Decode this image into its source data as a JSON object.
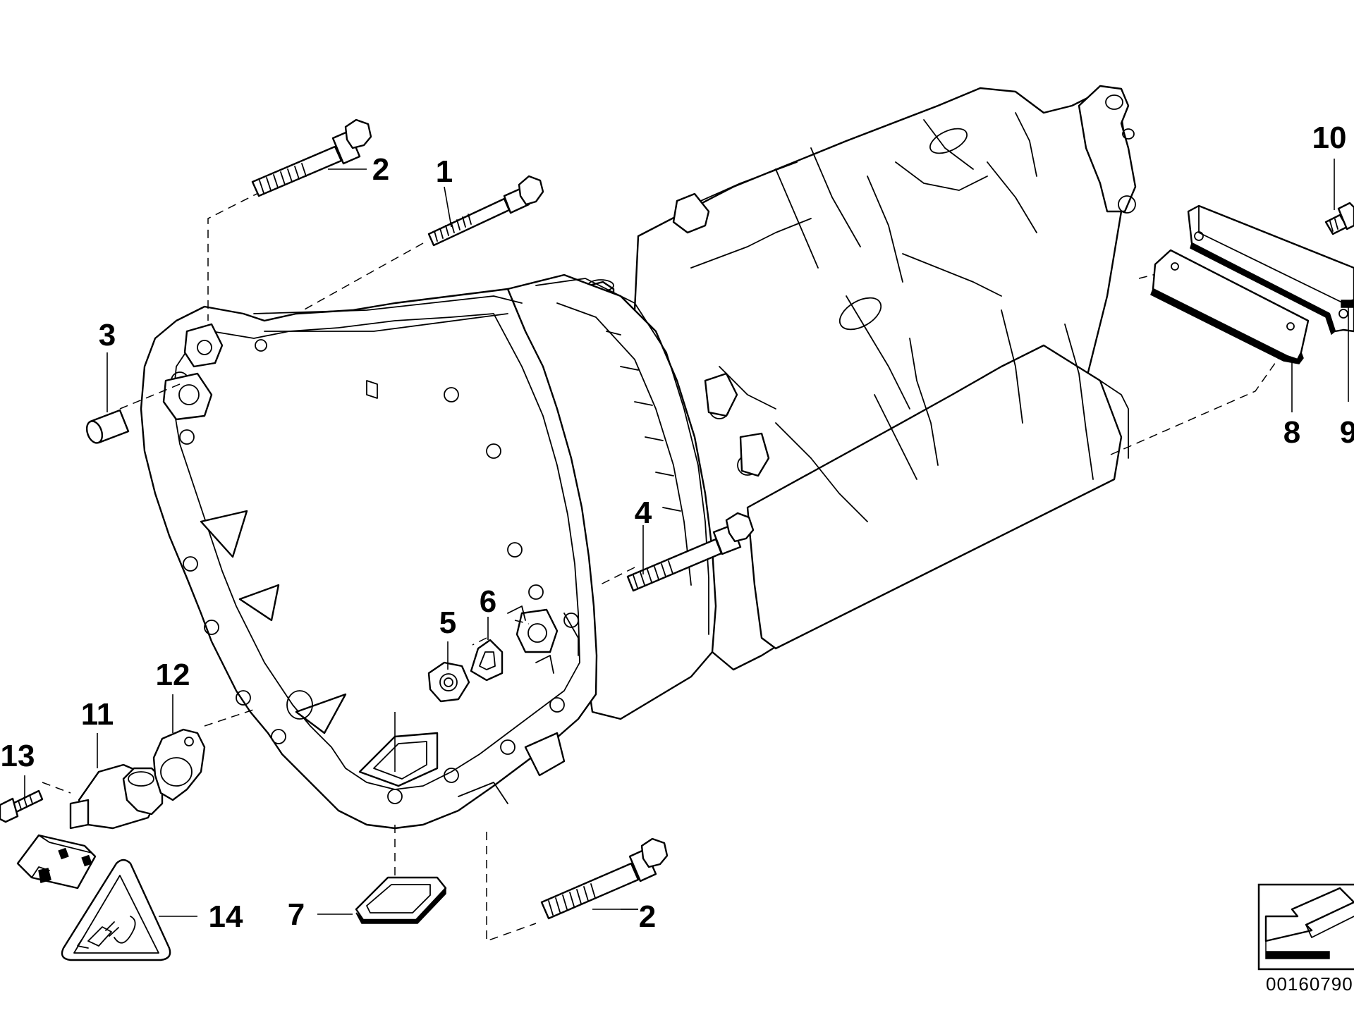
{
  "diagram_code": "00160790",
  "parts": [
    {
      "id": "p1",
      "label": "1"
    },
    {
      "id": "p2a",
      "label": "2"
    },
    {
      "id": "p2b",
      "label": "2"
    },
    {
      "id": "p3",
      "label": "3"
    },
    {
      "id": "p4",
      "label": "4"
    },
    {
      "id": "p5",
      "label": "5"
    },
    {
      "id": "p6",
      "label": "6"
    },
    {
      "id": "p7",
      "label": "7"
    },
    {
      "id": "p8",
      "label": "8"
    },
    {
      "id": "p9",
      "label": "9"
    },
    {
      "id": "p10",
      "label": "10"
    },
    {
      "id": "p11",
      "label": "11"
    },
    {
      "id": "p12",
      "label": "12"
    },
    {
      "id": "p13",
      "label": "13"
    },
    {
      "id": "p14",
      "label": "14"
    }
  ],
  "icons": {
    "direction_marker": "arrow-direction-icon",
    "warning": "electrical-plug-warning-icon"
  }
}
